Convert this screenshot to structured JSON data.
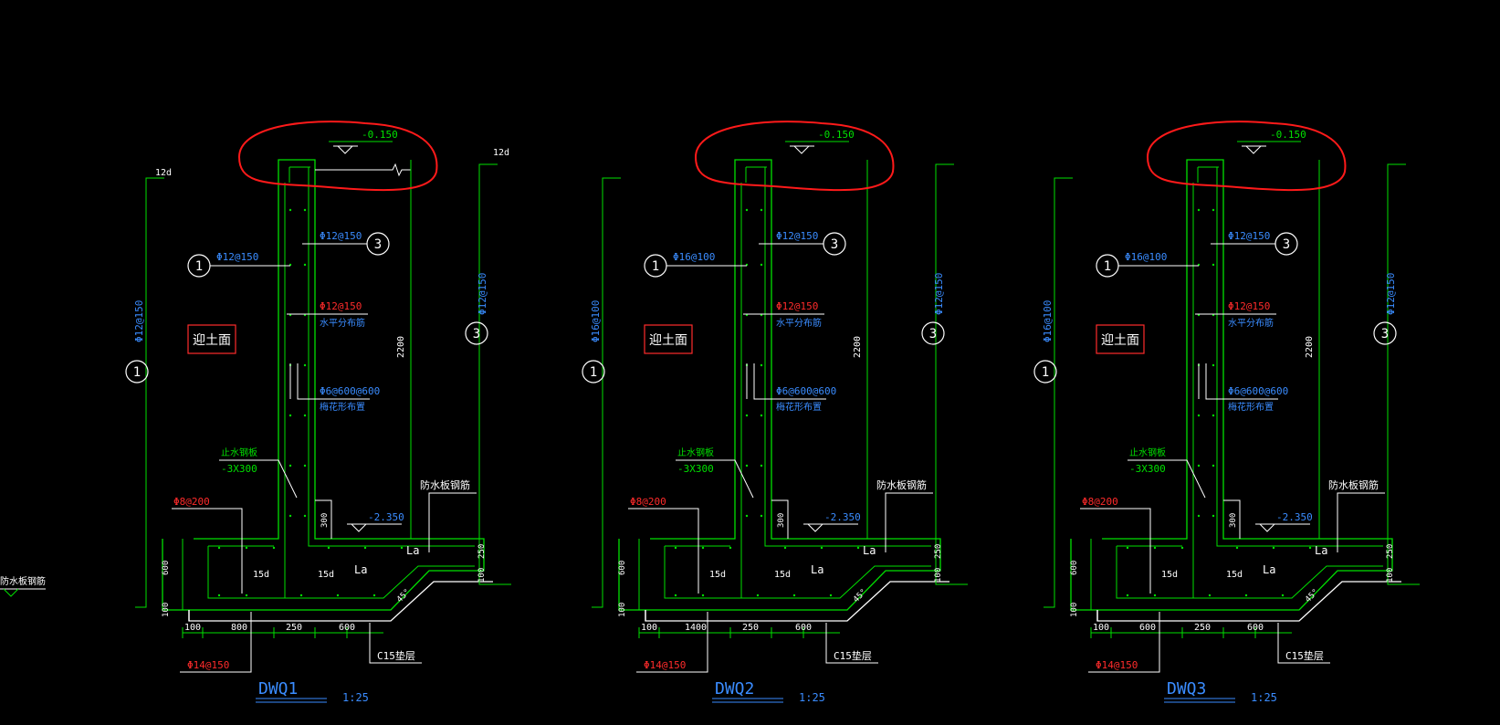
{
  "colors": {
    "bg": "#000000",
    "green": "#00e000",
    "white": "#ffffff",
    "blue": "#3a8cff",
    "red": "#ff2b2b",
    "markup": "#ff1a1a"
  },
  "edge_fragment": {
    "label": "防水板钢筋"
  },
  "details": [
    {
      "title": "DWQ1",
      "scale": "1:25",
      "top_elev": "-0.150",
      "bottom_elev": "-2.350",
      "left_bar_label": "Φ12@150",
      "left_bar_top": "12d",
      "left_bar_id": "1",
      "right_bar_label": "Φ12@150",
      "right_bar_top": "12d",
      "right_bar_id": "3",
      "c1_label": "Φ12@150",
      "c1_id": "1",
      "c3_label": "Φ12@150",
      "c3_id": "3",
      "horiz_label": "Φ12@150",
      "horiz_desc": "水平分布筋",
      "tie_label": "Φ6@600@600",
      "tie_desc": "梅花形布置",
      "earth_face": "迎土面",
      "height_dim": "2200",
      "waterstop_title": "止水钢板",
      "waterstop_size": "-3X300",
      "slab_bar_label": "Φ8@200",
      "slab_rebar_label": "防水板钢筋",
      "dim_300": "300",
      "dim_250": "250",
      "dim_100": "100",
      "dim_600": "600",
      "dim_100b": "100",
      "la1": "La",
      "la2": "La",
      "d15a": "15d",
      "d15b": "15d",
      "angle": "45°",
      "bot_dims": [
        "100",
        "800",
        "250",
        "600"
      ],
      "bottom_bar_label": "Φ14@150",
      "cushion": "C15垫层"
    },
    {
      "title": "DWQ2",
      "scale": "1:25",
      "top_elev": "-0.150",
      "bottom_elev": "-2.350",
      "left_bar_label": "Φ16@100",
      "left_bar_top": "",
      "left_bar_id": "1",
      "right_bar_label": "Φ12@150",
      "right_bar_top": "",
      "right_bar_id": "3",
      "c1_label": "Φ16@100",
      "c1_id": "1",
      "c3_label": "Φ12@150",
      "c3_id": "3",
      "horiz_label": "Φ12@150",
      "horiz_desc": "水平分布筋",
      "tie_label": "Φ6@600@600",
      "tie_desc": "梅花形布置",
      "earth_face": "迎土面",
      "height_dim": "2200",
      "waterstop_title": "止水钢板",
      "waterstop_size": "-3X300",
      "slab_bar_label": "Φ8@200",
      "slab_rebar_label": "防水板钢筋",
      "dim_300": "300",
      "dim_250": "250",
      "dim_100": "100",
      "dim_600": "600",
      "dim_100b": "100",
      "la1": "La",
      "la2": "La",
      "d15a": "15d",
      "d15b": "15d",
      "angle": "45°",
      "bot_dims": [
        "100",
        "1400",
        "250",
        "600"
      ],
      "bottom_bar_label": "Φ14@150",
      "cushion": "C15垫层"
    },
    {
      "title": "DWQ3",
      "scale": "1:25",
      "top_elev": "-0.150",
      "bottom_elev": "-2.350",
      "left_bar_label": "Φ16@100",
      "left_bar_top": "",
      "left_bar_id": "1",
      "right_bar_label": "Φ12@150",
      "right_bar_top": "",
      "right_bar_id": "3",
      "c1_label": "Φ16@100",
      "c1_id": "1",
      "c3_label": "Φ12@150",
      "c3_id": "3",
      "horiz_label": "Φ12@150",
      "horiz_desc": "水平分布筋",
      "tie_label": "Φ6@600@600",
      "tie_desc": "梅花形布置",
      "earth_face": "迎土面",
      "height_dim": "2200",
      "waterstop_title": "止水钢板",
      "waterstop_size": "-3X300",
      "slab_bar_label": "Φ8@200",
      "slab_rebar_label": "防水板钢筋",
      "dim_300": "300",
      "dim_250": "250",
      "dim_100": "100",
      "dim_600": "600",
      "dim_100b": "100",
      "la1": "La",
      "la2": "La",
      "d15a": "15d",
      "d15b": "15d",
      "angle": "45°",
      "bot_dims": [
        "100",
        "600",
        "250",
        "600"
      ],
      "bottom_bar_label": "Φ14@150",
      "cushion": "C15垫层"
    }
  ]
}
